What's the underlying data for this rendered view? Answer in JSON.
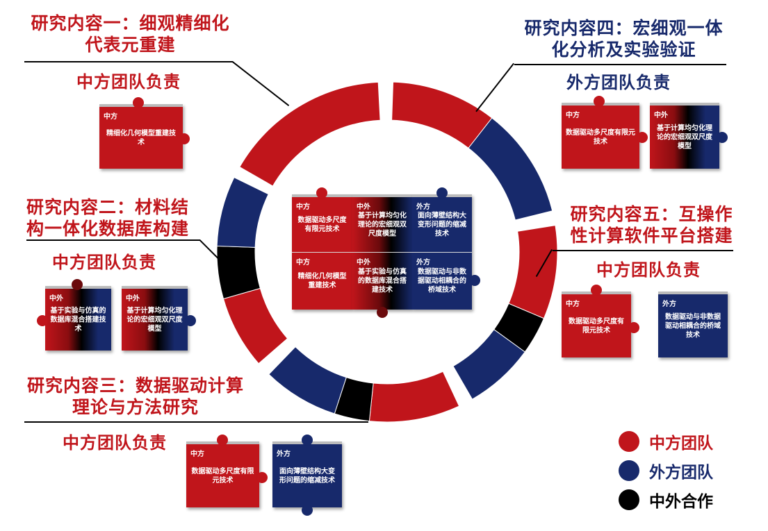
{
  "colors": {
    "china": "#c0151b",
    "foreign": "#17296b",
    "joint": "#000000"
  },
  "sections": [
    {
      "title1": "研究内容一：细观精细化",
      "title2": "代表元重建",
      "resp": "中方团队负责"
    },
    {
      "title1": "研究内容二：材料结",
      "title2": "构一体化数据库构建",
      "resp": "中方团队负责"
    },
    {
      "title1": "研究内容三：数据驱动计算",
      "title2": "理论与方法研究",
      "resp": "中方团队负责"
    },
    {
      "title1": "研究内容四：宏细观一体",
      "title2": "化分析及实验验证",
      "resp": "外方团队负责"
    },
    {
      "title1": "研究内容五：互操作",
      "title2": "性计算软件平台搭建",
      "resp": "中方团队负责"
    }
  ],
  "tags": {
    "cn": "中方",
    "jt": "中外",
    "fr": "外方"
  },
  "topics": {
    "fem": "数据驱动多尺度有限元技术",
    "homog": "基于计算均匀化理论的宏细观双尺度模型",
    "thin": "面向薄壁结构大变形问题的缩减技术",
    "geo": "精细化几何模型重建技术",
    "db": "基于实验与仿真的数据库混合搭建技术",
    "bridge": "数据驱动与非数据驱动相耦合的桥域技术"
  },
  "legend": [
    {
      "label": "中方团队"
    },
    {
      "label": "外方团队"
    },
    {
      "label": "中外合作"
    }
  ]
}
